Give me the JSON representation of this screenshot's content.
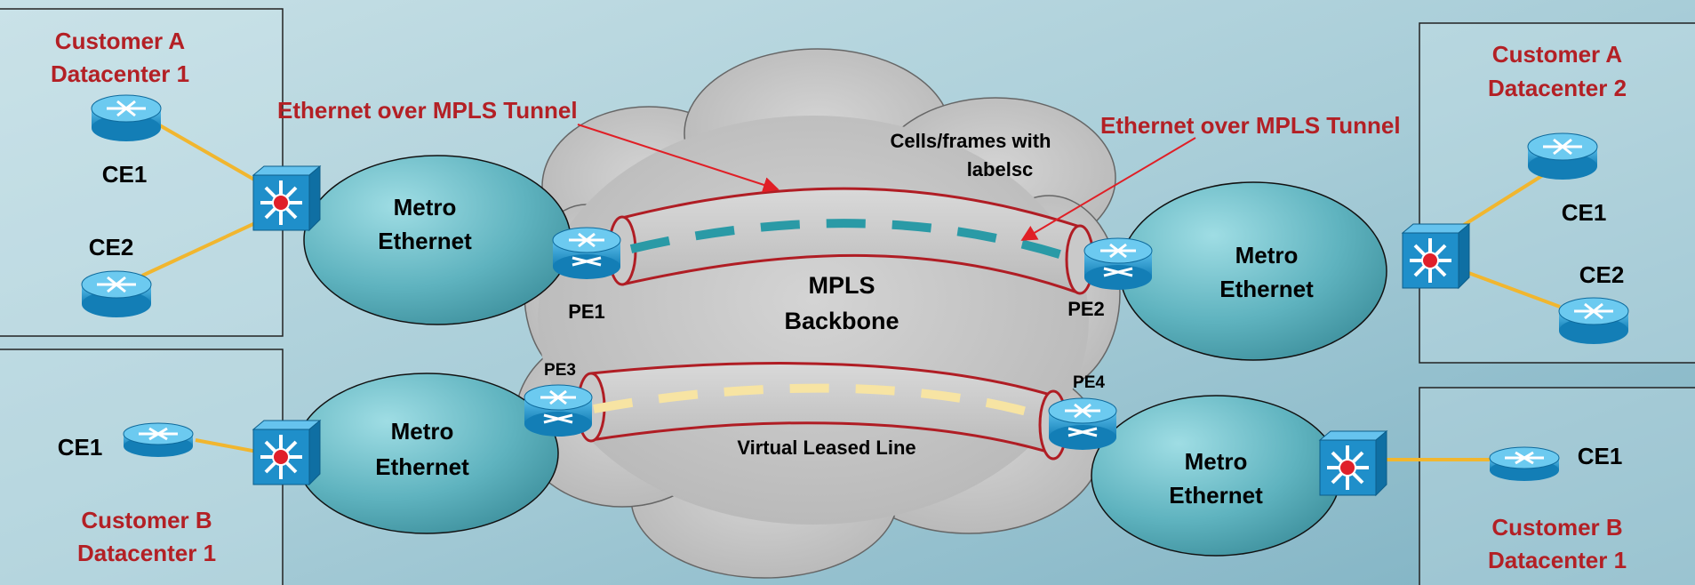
{
  "diagram": {
    "tunnels": {
      "top_label_left": "Ethernet over MPLS Tunnel",
      "top_label_right": "Ethernet over MPLS Tunnel",
      "cells_line1": "Cells/frames with",
      "cells_line2": "labelsc",
      "bottom_label": "Virtual Leased Line"
    },
    "backbone": {
      "line1": "MPLS",
      "line2": "Backbone"
    },
    "pe": {
      "pe1": "PE1",
      "pe2": "PE2",
      "pe3": "PE3",
      "pe4": "PE4"
    },
    "metro": {
      "line1": "Metro",
      "line2": "Ethernet"
    },
    "sites": {
      "a1": {
        "line1": "Customer A",
        "line2": "Datacenter 1",
        "ce1": "CE1",
        "ce2": "CE2"
      },
      "a2": {
        "line1": "Customer A",
        "line2": "Datacenter 2",
        "ce1": "CE1",
        "ce2": "CE2"
      },
      "b1_left": {
        "line1": "Customer B",
        "line2": "Datacenter 1",
        "ce1": "CE1"
      },
      "b1_right": {
        "line1": "Customer B",
        "line2": "Datacenter 1",
        "ce1": "CE1"
      }
    },
    "colors": {
      "label_red": "#b32025",
      "tunnel_red": "#b01d24",
      "teal_dash": "#2a9aa6",
      "cream_dash": "#f7e4a3",
      "link_orange": "#f1b62f",
      "device_blue": "#1f8fca"
    }
  }
}
